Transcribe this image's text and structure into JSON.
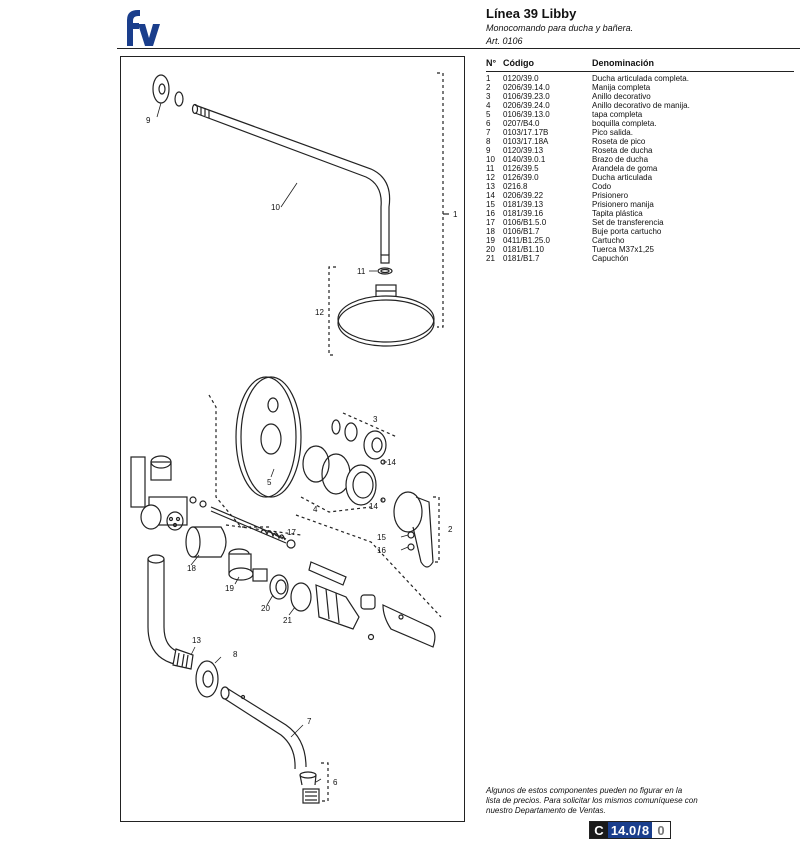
{
  "header": {
    "title": "Línea 39 Libby",
    "subtitle": "Monocomando para ducha y bañera.",
    "article": "Art. 0106"
  },
  "colors": {
    "brand_blue": "#1a3e8c",
    "page_code_dark": "#1a1a1a"
  },
  "table": {
    "headers": {
      "number": "N°",
      "code": "Código",
      "name": "Denominación"
    },
    "rows": [
      {
        "n": "1",
        "code": "0120/39.0",
        "name": "Ducha articulada completa."
      },
      {
        "n": "2",
        "code": "0206/39.14.0",
        "name": "Manija completa"
      },
      {
        "n": "3",
        "code": "0106/39.23.0",
        "name": "Anillo decorativo"
      },
      {
        "n": "4",
        "code": "0206/39.24.0",
        "name": "Anillo decorativo de manija."
      },
      {
        "n": "5",
        "code": "0106/39.13.0",
        "name": "tapa completa"
      },
      {
        "n": "6",
        "code": "0207/B4.0",
        "name": "boquilla completa."
      },
      {
        "n": "7",
        "code": "0103/17.17B",
        "name": "Pico salida."
      },
      {
        "n": "8",
        "code": "0103/17.18A",
        "name": "Roseta de pico"
      },
      {
        "n": "9",
        "code": "0120/39.13",
        "name": "Roseta de ducha"
      },
      {
        "n": "10",
        "code": "0140/39.0.1",
        "name": "Brazo de ducha"
      },
      {
        "n": "11",
        "code": "0126/39.5",
        "name": "Arandela de goma"
      },
      {
        "n": "12",
        "code": "0126/39.0",
        "name": "Ducha articulada"
      },
      {
        "n": "13",
        "code": "0216.8",
        "name": "Codo"
      },
      {
        "n": "14",
        "code": "0206/39.22",
        "name": "Prisionero"
      },
      {
        "n": "15",
        "code": "0181/39.13",
        "name": "Prisionero manija"
      },
      {
        "n": "16",
        "code": "0181/39.16",
        "name": "Tapita plástica"
      },
      {
        "n": "17",
        "code": "0106/B1.5.0",
        "name": "Set de transferencia"
      },
      {
        "n": "18",
        "code": "0106/B1.7",
        "name": "Buje porta cartucho"
      },
      {
        "n": "19",
        "code": "0411/B1.25.0",
        "name": "Cartucho"
      },
      {
        "n": "20",
        "code": "0181/B1.10",
        "name": "Tuerca M37x1,25"
      },
      {
        "n": "21",
        "code": "0181/B1.7",
        "name": "Capuchón"
      }
    ]
  },
  "callouts": [
    "1",
    "2",
    "3",
    "4",
    "5",
    "6",
    "7",
    "8",
    "9",
    "10",
    "11",
    "12",
    "13",
    "14",
    "14",
    "15",
    "16",
    "17",
    "18",
    "19",
    "20",
    "21"
  ],
  "footnote": "Algunos de estos componentes pueden no figurar en la lista de precios. Para solicitar los mismos comuníquese con nuestro Departamento de Ventas.",
  "page_code": {
    "letter": "C",
    "main": "14.0",
    "slash": "/",
    "sub": "8",
    "tail": "0"
  }
}
